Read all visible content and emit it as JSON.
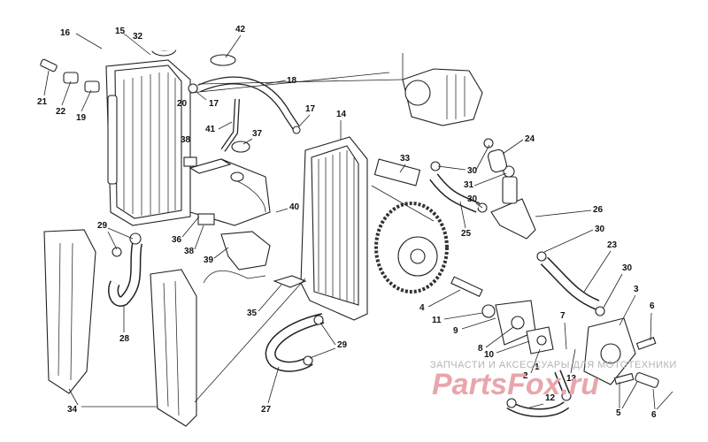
{
  "diagram": {
    "callouts": {
      "p16": "16",
      "p15": "15",
      "p32": "32",
      "p42": "42",
      "p21": "21",
      "p22": "22",
      "p19": "19",
      "p20": "20",
      "p17a": "17",
      "p18": "18",
      "p17b": "17",
      "p14": "14",
      "p38a": "38",
      "p41": "41",
      "p37": "37",
      "p33": "33",
      "p24": "24",
      "p30a": "30",
      "p31": "31",
      "p30b": "30",
      "p26": "26",
      "p40": "40",
      "p29a": "29",
      "p36": "36",
      "p38b": "38",
      "p39": "39",
      "p25": "25",
      "p30c": "30",
      "p23": "23",
      "p28": "28",
      "p35": "35",
      "p4": "4",
      "p11": "11",
      "p9": "9",
      "p30d": "30",
      "p3": "3",
      "p6a": "6",
      "p8": "8",
      "p10": "10",
      "p7": "7",
      "p1": "1",
      "p2": "2",
      "p13": "13",
      "p29b": "29",
      "p34": "34",
      "p27": "27",
      "p12": "12",
      "p5": "5",
      "p6b": "6"
    }
  },
  "watermark": {
    "caption": "ЗАПЧАСТИ И АКСЕССУАРЫ ДЛЯ МОТОТЕХНИКИ",
    "logo": "PartsFox.ru",
    "color": "#e8a6ac"
  }
}
